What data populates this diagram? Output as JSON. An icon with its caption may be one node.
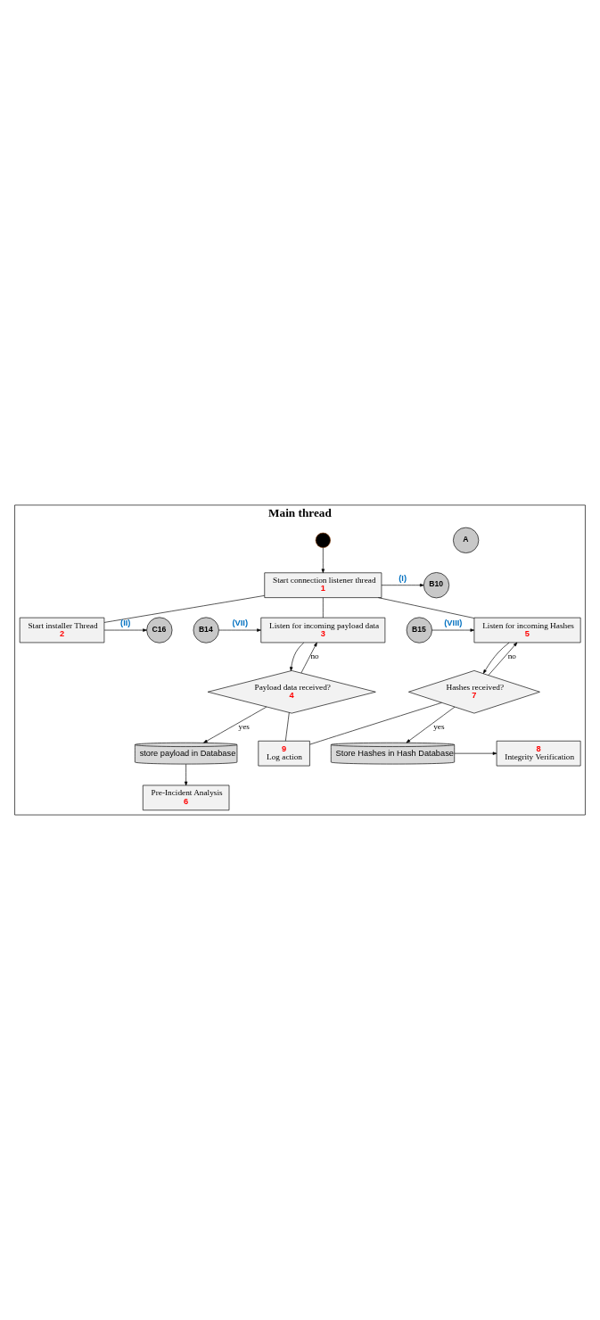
{
  "diagram": {
    "nodes": [
      {
        "text": [
          "Main thread"
        ]
      },
      {
        "text": [
          "A"
        ],
        "in": 0
      },
      {
        "text": [],
        "shape": "circle",
        "in": 0
      },
      {
        "text": [
          "Start connection listener thread",
          "1"
        ],
        "in": 0
      },
      {
        "text": [
          "B10"
        ],
        "in": 0
      },
      {
        "text": [
          "Start installer Thread",
          "2"
        ],
        "in": 0
      },
      {
        "text": [
          "C16"
        ],
        "in": 0
      },
      {
        "text": [
          "Listen for incoming payload data",
          "3"
        ],
        "in": 0
      },
      {
        "text": [
          "B14"
        ],
        "in": 0
      },
      {
        "text": [
          "Payload data received?",
          "4"
        ],
        "in": 0
      },
      {
        "text": [
          "store payload in Database"
        ],
        "in": 0
      },
      {
        "text": [
          "Listen for incoming Hashes",
          "5"
        ],
        "in": 0
      },
      {
        "text": [
          "B15"
        ],
        "in": 0
      },
      {
        "text": [
          "Pre-Incident Analysis",
          "6"
        ],
        "in": 0
      },
      {
        "text": [
          "Hashes received?",
          "7"
        ],
        "in": 0
      },
      {
        "text": [
          "8",
          "Integrity Verification"
        ],
        "in": 0
      },
      {
        "text": [
          "Store Hashes in Hash Database"
        ],
        "in": 0
      },
      {
        "text": [
          "9",
          "Log action"
        ],
        "in": 0
      }
    ],
    "edges": [
      {
        "from": 2,
        "to": 3,
        "arrow": "to"
      },
      {
        "from": 3,
        "to": 4,
        "arrow": "to",
        "label": "(I)"
      },
      {
        "from": 5,
        "to": 6,
        "arrow": "to",
        "label": "(II)"
      },
      {
        "from": 3,
        "to": 5,
        "arrow": "none"
      },
      {
        "from": 3,
        "to": 7,
        "arrow": "none"
      },
      {
        "from": 3,
        "to": 11,
        "arrow": "none"
      },
      {
        "from": 8,
        "to": 7,
        "arrow": "to",
        "label": "(VII)"
      },
      {
        "from": 7,
        "to": 9,
        "arrow": "to"
      },
      {
        "from": 9,
        "to": 7,
        "arrow": "to",
        "label": "no"
      },
      {
        "from": 9,
        "to": 10,
        "arrow": "to",
        "label": "yes"
      },
      {
        "from": 9,
        "to": 17,
        "arrow": "none"
      },
      {
        "from": 10,
        "to": 13,
        "arrow": "to"
      },
      {
        "from": 12,
        "to": 11,
        "arrow": "to",
        "label": "(VIII)"
      },
      {
        "from": 11,
        "to": 14,
        "arrow": "to"
      },
      {
        "from": 14,
        "to": 11,
        "arrow": "to",
        "label": "no"
      },
      {
        "from": 14,
        "to": 16,
        "arrow": "to",
        "label": "yes"
      },
      {
        "from": 14,
        "to": 17,
        "arrow": "none"
      },
      {
        "from": 16,
        "to": 15,
        "arrow": "to"
      }
    ]
  }
}
